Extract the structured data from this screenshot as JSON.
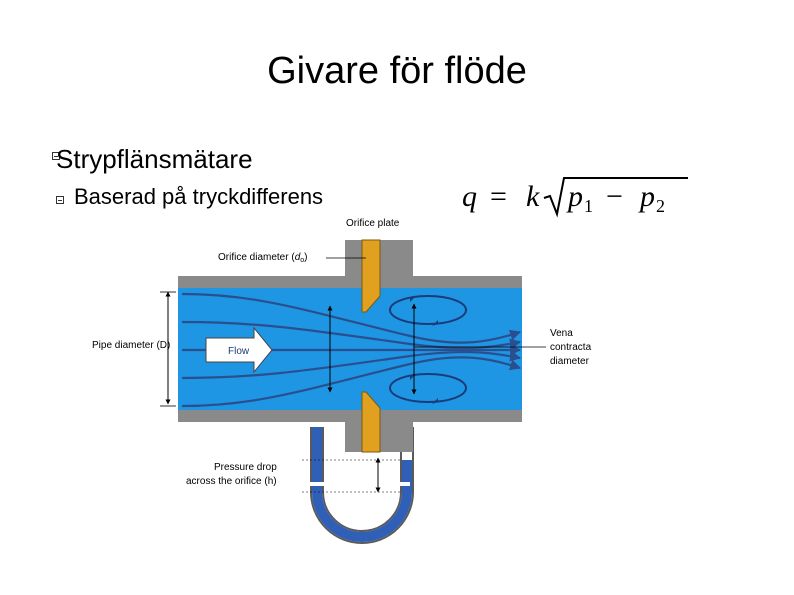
{
  "slide": {
    "title": "Givare för flöde",
    "bullets": [
      {
        "text": "Strypflänsmätare"
      },
      {
        "text": "Baserad på tryckdifferens"
      }
    ]
  },
  "formula": {
    "lhs": "q",
    "eq": "=",
    "k": "k",
    "p1": "p",
    "p1_sub": "1",
    "minus": "−",
    "p2": "p",
    "p2_sub": "2"
  },
  "diagram": {
    "labels": {
      "orifice_plate": "Orifice plate",
      "orifice_diameter": "Orifice diameter (",
      "orifice_diameter_sym": "d",
      "orifice_diameter_sub": "o",
      "orifice_diameter_end": ")",
      "pipe_diameter": "Pipe diameter (D)",
      "flow": "Flow",
      "vena_1": "Vena",
      "vena_2": "contracta",
      "vena_3": "diameter",
      "pressure_1": "Pressure drop",
      "pressure_2": "across the orifice (h)"
    },
    "colors": {
      "water": "#1f96e4",
      "pipe_wall": "#8a8a8a",
      "plate": "#e2a020",
      "manometer": "#2f5fb6",
      "streamline": "#2a4f8f"
    }
  }
}
